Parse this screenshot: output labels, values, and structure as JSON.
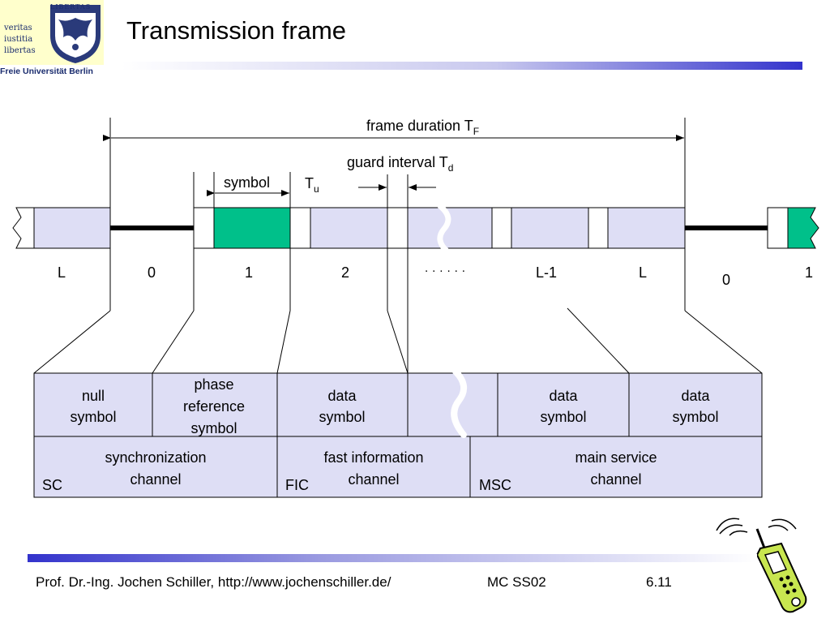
{
  "logo": {
    "motto_lines": [
      "veritas",
      "iustitia",
      "libertas"
    ],
    "university": "Freie Universität Berlin",
    "seal_text": "LIBERTAS"
  },
  "title": "Transmission frame",
  "diagram": {
    "frame_duration": {
      "text": "frame duration T",
      "sub": "F"
    },
    "guard_interval": {
      "text": "guard interval T",
      "sub": "d"
    },
    "symbol_label": "symbol",
    "tu": {
      "text": "T",
      "sub": "u"
    },
    "slot_labels": [
      "L",
      "0",
      "1",
      "2",
      "· · · · · ·",
      "L-1",
      "L",
      "0",
      "1"
    ],
    "symbols": [
      {
        "lines": [
          "null",
          "symbol"
        ]
      },
      {
        "lines": [
          "phase",
          "reference",
          "symbol"
        ]
      },
      {
        "lines": [
          "data",
          "symbol"
        ]
      },
      {
        "lines": [
          "data",
          "symbol"
        ]
      },
      {
        "lines": [
          "data",
          "symbol"
        ]
      }
    ],
    "channels": [
      {
        "lines": [
          "synchronization",
          "channel"
        ],
        "abbr": "SC"
      },
      {
        "lines": [
          "fast information",
          "channel"
        ],
        "abbr": "FIC"
      },
      {
        "lines": [
          "main service",
          "channel"
        ],
        "abbr": "MSC"
      }
    ],
    "colors": {
      "symbol_fill": "#dedef5",
      "highlight": "#00c08a",
      "line": "#000000"
    }
  },
  "footer": {
    "author": "Prof. Dr.-Ing. Jochen Schiller, http://www.jochenschiller.de/",
    "course": "MC SS02",
    "page": "6.11"
  }
}
